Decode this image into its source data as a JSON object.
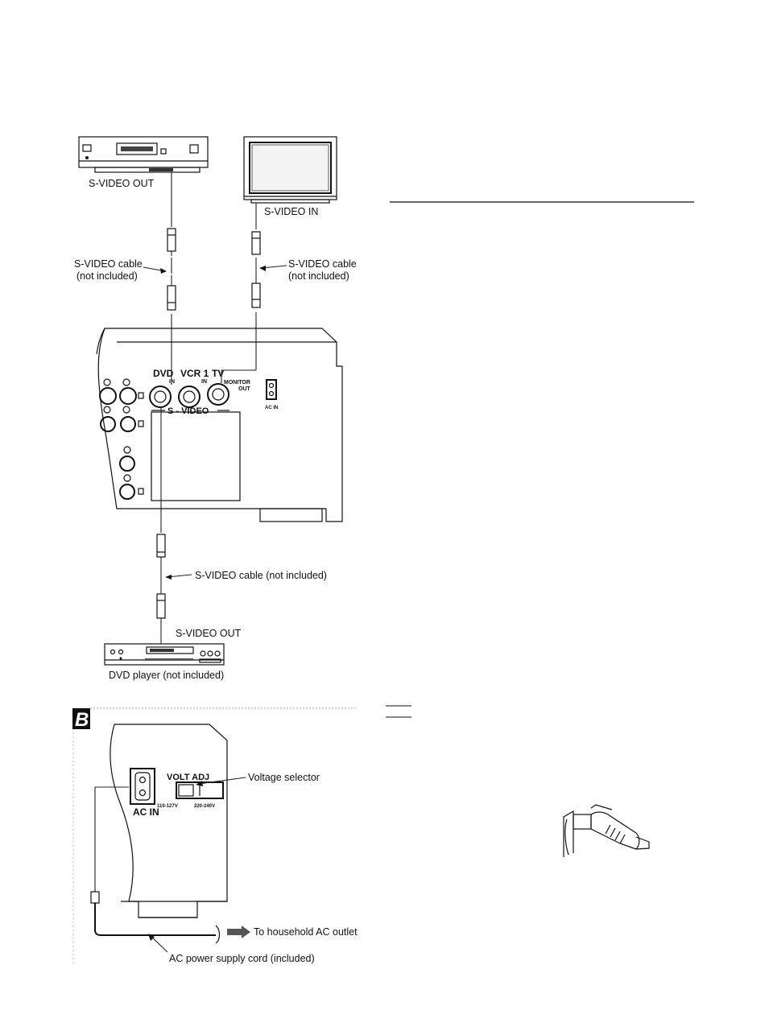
{
  "diagram_a": {
    "vcr_out_label": "S-VIDEO OUT",
    "tv_in_label": "S-VIDEO IN",
    "cable_left_label_1": "S-VIDEO cable",
    "cable_left_label_2": "(not included)",
    "cable_right_label_1": "S-VIDEO cable",
    "cable_right_label_2": "(not included)",
    "panel": {
      "dvd_label": "DVD",
      "dvd_in": "IN",
      "vcr1_label": "VCR 1",
      "vcr1_in": "IN",
      "tv_label": "TV",
      "monitor_label": "MONITOR",
      "out_label": "OUT",
      "svideo_label": "S - VIDEO",
      "ac_in_small": "AC IN"
    },
    "cable_bottom_label": "S-VIDEO cable (not included)",
    "dvd_out_label": "S-VIDEO OUT",
    "dvd_player_label": "DVD player (not included)"
  },
  "diagram_b": {
    "badge": "B",
    "volt_adj": "VOLT ADJ",
    "voltage_selector": "Voltage selector",
    "v_low": "110-127V",
    "v_high": "220-240V",
    "ac_in": "AC IN",
    "outlet": "To household AC outlet",
    "cord": "AC power supply cord (included)"
  }
}
